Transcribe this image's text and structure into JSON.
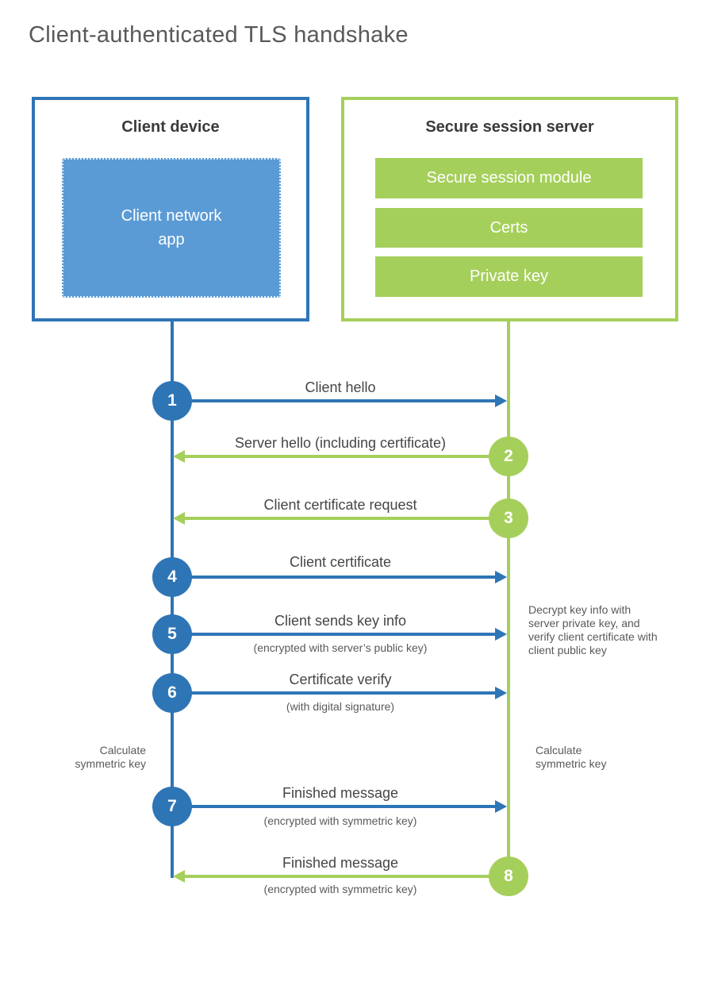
{
  "title": "Client-authenticated TLS handshake",
  "client": {
    "title": "Client device",
    "app_label": "Client network app"
  },
  "server": {
    "title": "Secure session server",
    "modules": [
      "Secure session module",
      "Certs",
      "Private key"
    ]
  },
  "messages": [
    {
      "number": "1",
      "label": "Client hello",
      "direction": "right",
      "color": "blue"
    },
    {
      "number": "2",
      "label": "Server hello (including certificate)",
      "direction": "left",
      "color": "green"
    },
    {
      "number": "3",
      "label": "Client certificate request",
      "direction": "left",
      "color": "green"
    },
    {
      "number": "4",
      "label": "Client certificate",
      "direction": "right",
      "color": "blue"
    },
    {
      "number": "5",
      "label": "Client sends key info",
      "sublabel": "(encrypted with server’s public key)",
      "direction": "right",
      "color": "blue"
    },
    {
      "number": "6",
      "label": "Certificate verify",
      "sublabel": "(with digital signature)",
      "direction": "right",
      "color": "blue"
    },
    {
      "number": "7",
      "label": "Finished message",
      "sublabel": "(encrypted with symmetric key)",
      "direction": "right",
      "color": "blue"
    },
    {
      "number": "8",
      "label": "Finished message",
      "sublabel": "(encrypted with symmetric key)",
      "direction": "left",
      "color": "green"
    }
  ],
  "notes": {
    "decrypt": "Decrypt key info with server private key, and verify client certificate with client public key",
    "client_calculate": "Calculate symmetric key",
    "server_calculate": "Calculate symmetric key"
  },
  "colors": {
    "blue": "#2e75b6",
    "light-blue": "#5b9bd5",
    "green": "#a5cf5b"
  }
}
